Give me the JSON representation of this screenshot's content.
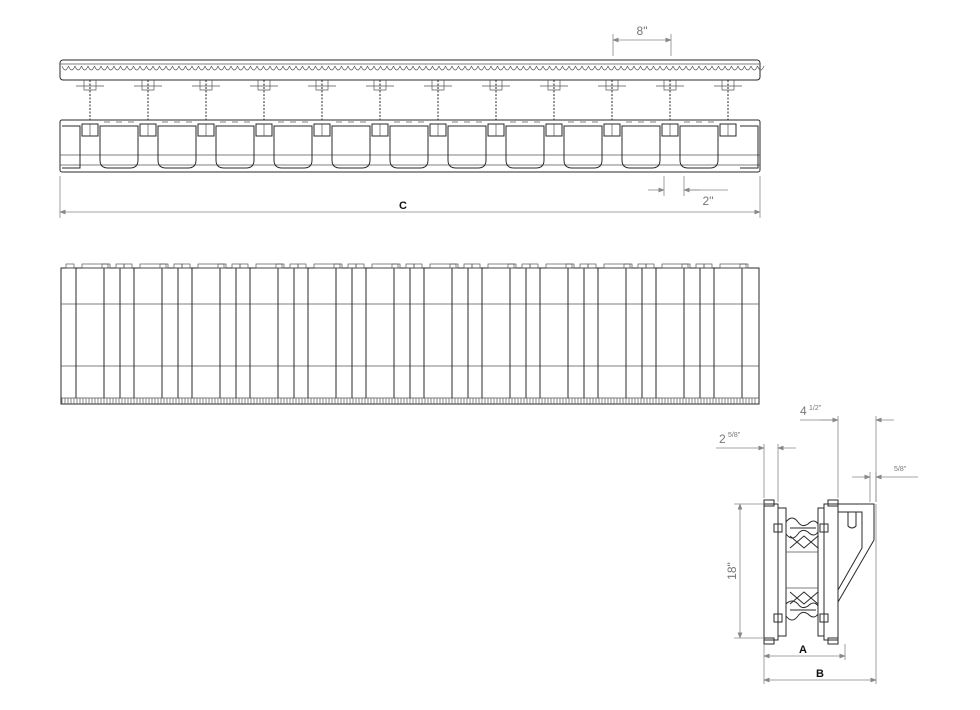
{
  "plan_view": {
    "dim_spacing": "8\"",
    "dim_web_gap": "2\"",
    "label_length": "C"
  },
  "elevation_view": {},
  "section_view": {
    "dim_offset_whole": "4",
    "dim_offset_frac": "1/2\"",
    "dim_panel_whole": "2",
    "dim_panel_frac": "5/8\"",
    "dim_lip": "5/8\"",
    "dim_height": "18\"",
    "label_inner_width": "A",
    "label_overall_width": "B"
  },
  "colors": {
    "line": "#2a2a2a",
    "dimension": "#888888"
  }
}
